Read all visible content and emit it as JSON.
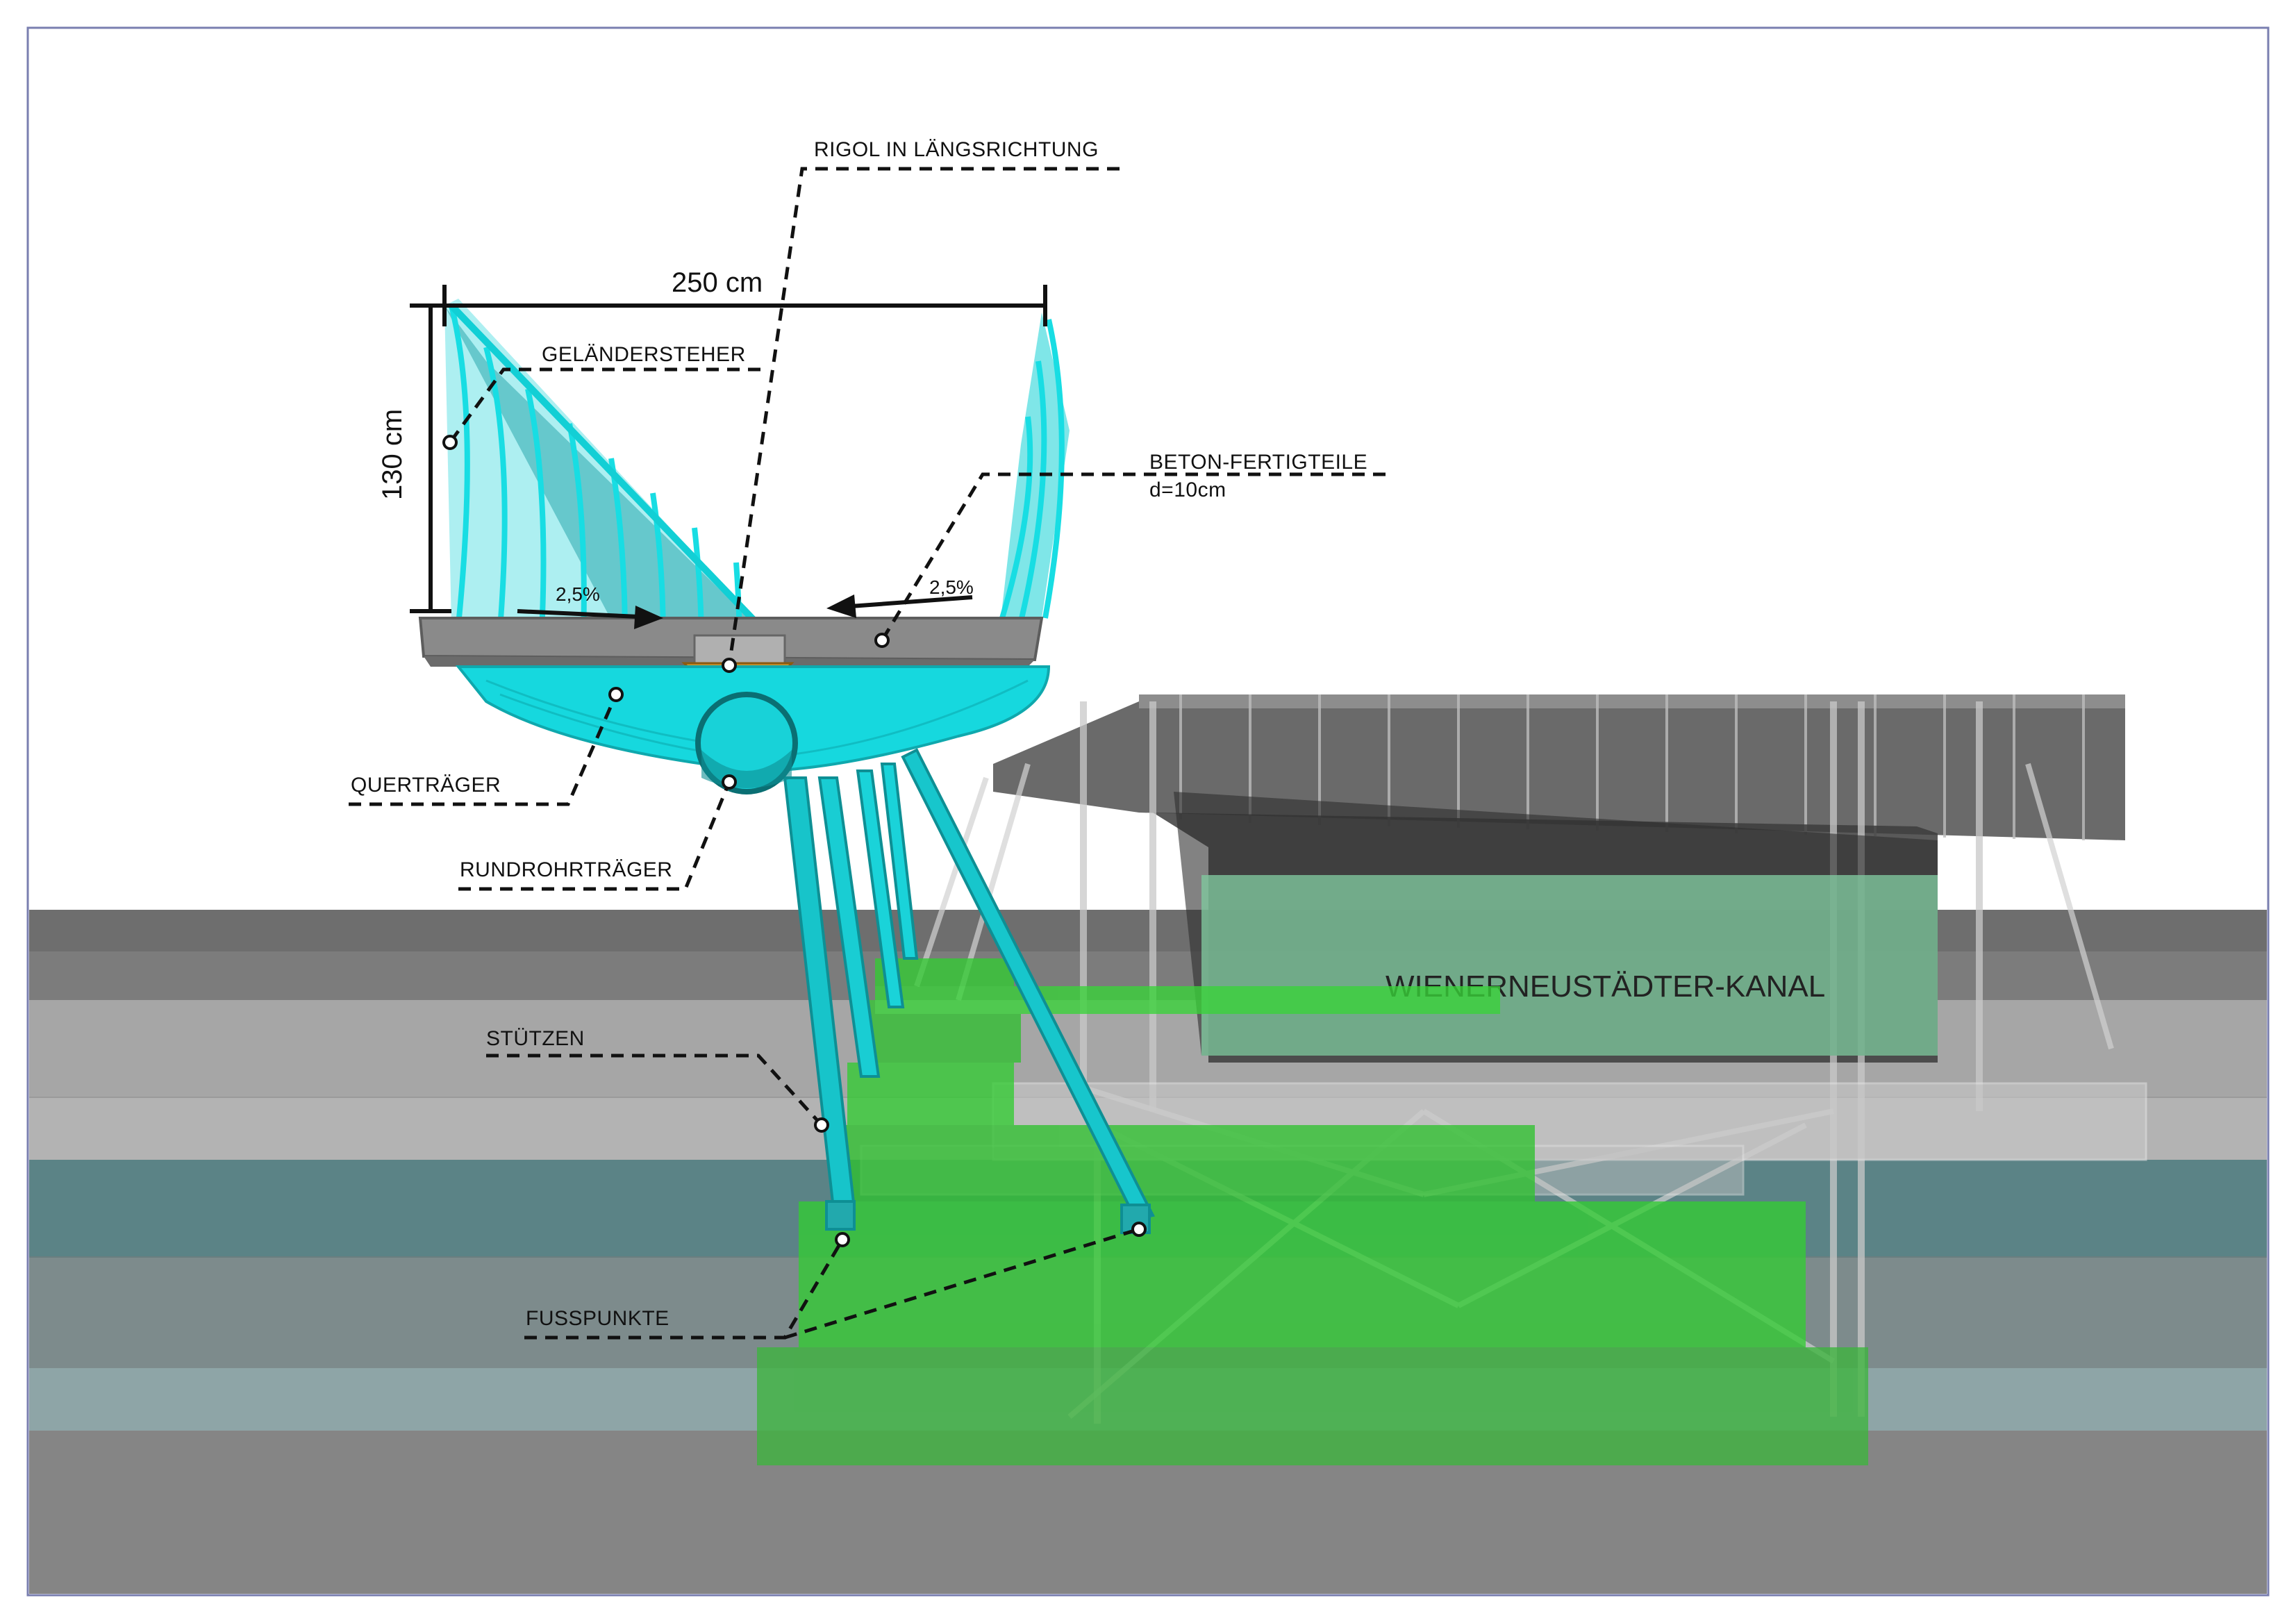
{
  "labels": {
    "rigol": "RIGOL IN LÄNGSRICHTUNG",
    "gelaendersteher": "GELÄNDERSTEHER",
    "beton_line1": "BETON-FERTIGTEILE",
    "beton_line2": "d=10cm",
    "quertraeger": "QUERTRÄGER",
    "rundrohrtraeger": "RUNDROHRTRÄGER",
    "stuetzen": "STÜTZEN",
    "fusspunkte": "FUSSPUNKTE",
    "canal": "WIENERNEUSTÄDTER-KANAL"
  },
  "dimensions": {
    "width": "250 cm",
    "height": "130 cm"
  },
  "slopes": {
    "left": "2,5%",
    "right": "2,5%"
  },
  "colors": {
    "steel_cyan": "#16d2d8",
    "foundation_green": "#33cc33",
    "existing_bridge": "#555555",
    "canal_water": "#5d8587",
    "canal_label_box": "#7fc79e",
    "ground_grey": "#8b8b8b"
  }
}
